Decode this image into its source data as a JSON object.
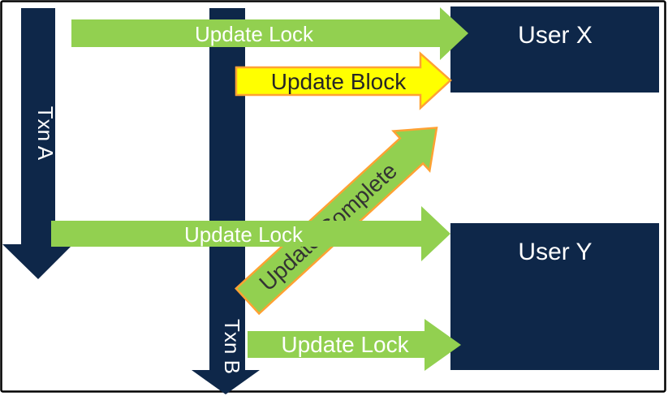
{
  "colors": {
    "navy": "#0E2749",
    "green": "#92D050",
    "yellow": "#FFFF00",
    "orange": "#FFA133",
    "frame": "#000000",
    "light_text": "#FFFFFF",
    "dark_text": "#333333",
    "block_text": "#262626",
    "background": "#FFFFFF"
  },
  "transactions": {
    "a": {
      "label": "Txn A"
    },
    "b": {
      "label": "Txn B"
    }
  },
  "users": {
    "x": {
      "label": "User X"
    },
    "y": {
      "label": "User Y"
    }
  },
  "arrows": {
    "lock_top": {
      "label": "Update Lock",
      "from": "Txn A",
      "to": "User X"
    },
    "block": {
      "label": "Update Block",
      "from": "Txn B",
      "to": "User X"
    },
    "complete": {
      "label": "Update Complete",
      "from": "Txn B",
      "to": "User X"
    },
    "lock_middle": {
      "label": "Update Lock",
      "from": "Txn A",
      "to": "User Y"
    },
    "lock_bottom": {
      "label": "Update Lock",
      "from": "Txn B",
      "to": "User Y"
    }
  }
}
